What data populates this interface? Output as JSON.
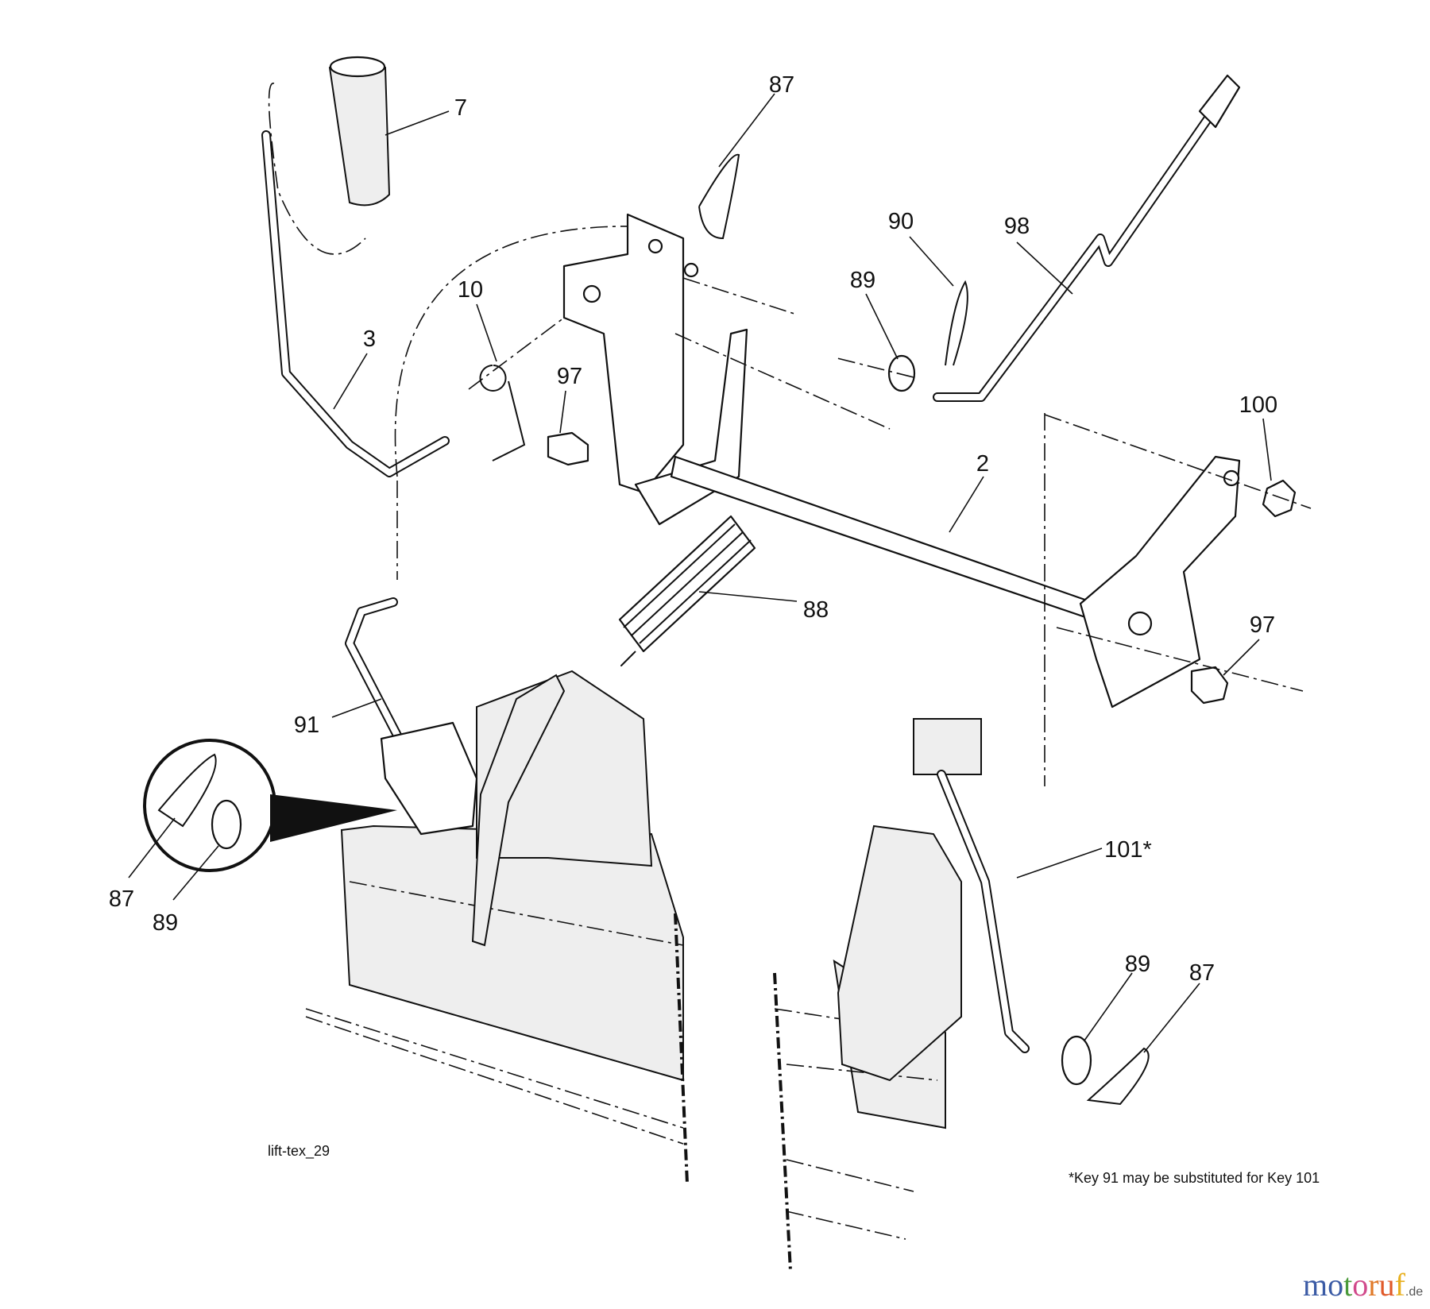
{
  "diagram": {
    "labels": {
      "k7": "7",
      "k87_top": "87",
      "k90": "90",
      "k98": "98",
      "k89_top": "89",
      "k10": "10",
      "k3": "3",
      "k97_left": "97",
      "k100": "100",
      "k2": "2",
      "k88": "88",
      "k97_right": "97",
      "k91": "91",
      "k101": "101*",
      "k87_left": "87",
      "k89_left": "89",
      "k89_right": "89",
      "k87_right": "87"
    },
    "drawing_id": "lift-tex_29",
    "footnote": "*Key 91 may be substituted for Key 101",
    "watermark": {
      "letters": [
        "m",
        "o",
        "t",
        "o",
        "r",
        "u",
        "f"
      ],
      "colors": [
        "#3b5ba5",
        "#3b5ba5",
        "#4a9a3a",
        "#d14a8b",
        "#e07a2a",
        "#e05a2a",
        "#e8b020"
      ],
      "suffix": ".de"
    }
  }
}
